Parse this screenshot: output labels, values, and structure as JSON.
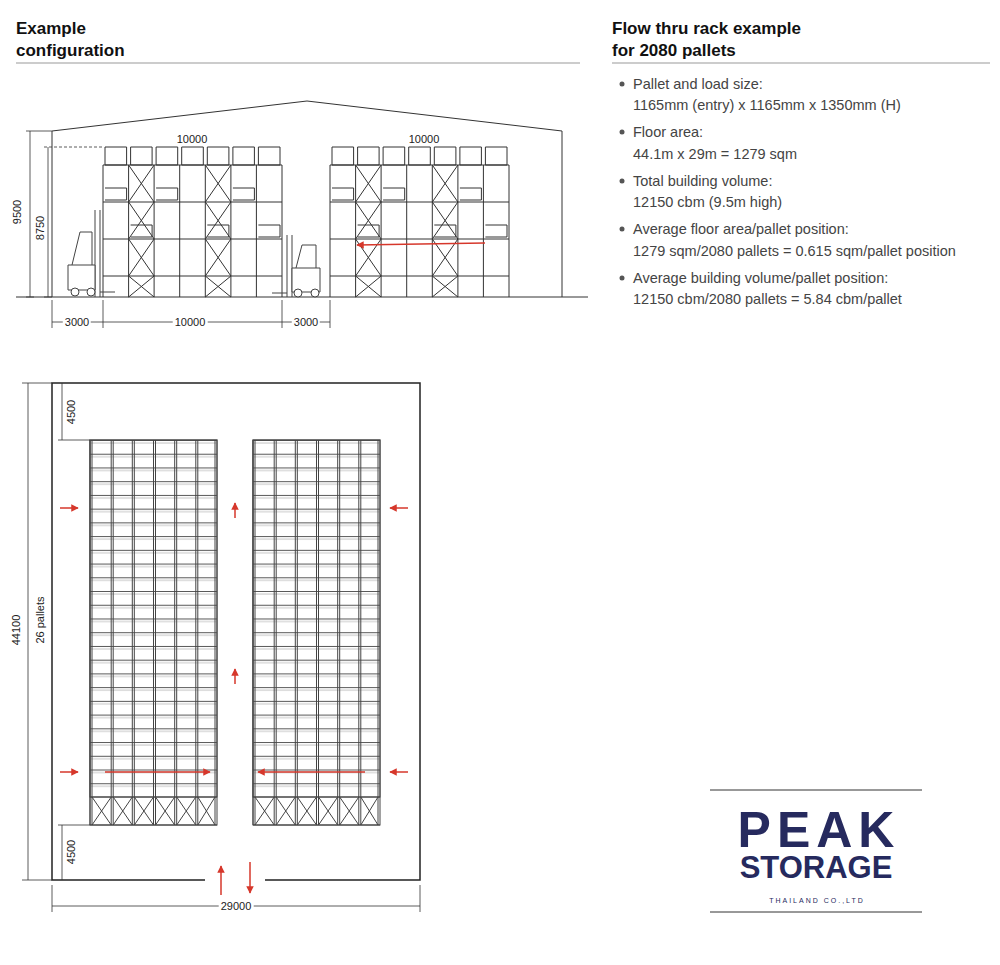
{
  "diagram": {
    "title": "Flow thru rack example for 2080 pallets",
    "labels": [
      "Example configuration",
      "Pallet and load size:",
      "1165mm (entry) x 1165mm x 1350mm (H)",
      "Floor area:",
      "44.1m x 29m = 1279 sqm",
      "Total building volume:",
      "12150 cbm (9.5m high)",
      "Average floor area/pallet position:",
      "1279 sqm/2080 pallets = 0.615 sqm/pallet position",
      "Average building volume/pallet position:",
      "12150 cbm/2080 pallets = 5.84 cbm/pallet",
      "10000",
      "10000",
      "9500",
      "8750",
      "3000",
      "10000",
      "3000",
      "4500",
      "44100",
      "26 pallets",
      "4500",
      "29000",
      "PEAK",
      "STORAGE",
      "THAILAND CO.,LTD"
    ]
  }
}
